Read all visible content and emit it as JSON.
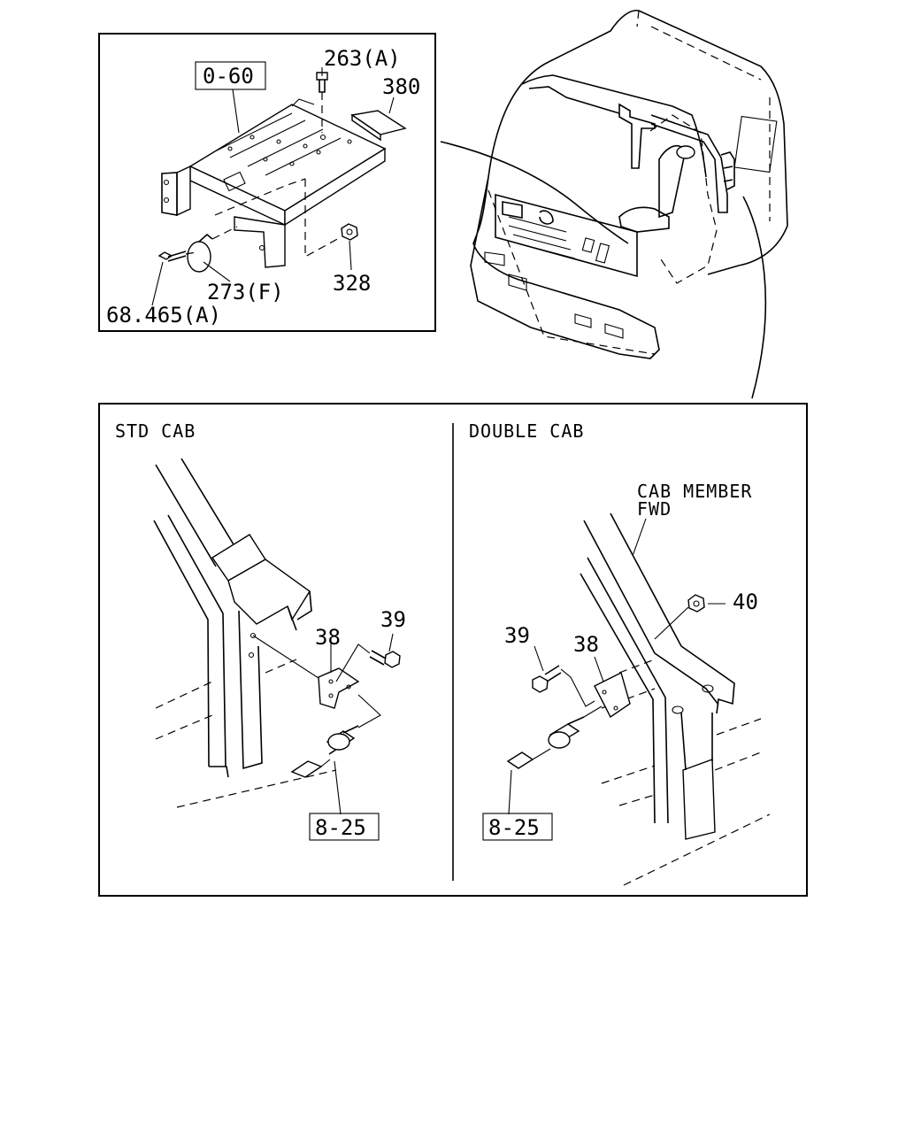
{
  "top_panel": {
    "ref_box": "0-60",
    "callouts": {
      "bolt": "263(A)",
      "label_plate": "380",
      "nut": "328",
      "switch": "273(F)",
      "screw": "68.465(A)"
    }
  },
  "std_cab": {
    "title": "STD CAB",
    "callouts": {
      "bracket": "38",
      "bolt": "39"
    },
    "ref_box": "8-25"
  },
  "double_cab": {
    "title": "DOUBLE CAB",
    "note_line1": "CAB MEMBER",
    "note_line2": "FWD",
    "callouts": {
      "bolt": "39",
      "bracket": "38",
      "nut": "40"
    },
    "ref_box": "8-25"
  }
}
